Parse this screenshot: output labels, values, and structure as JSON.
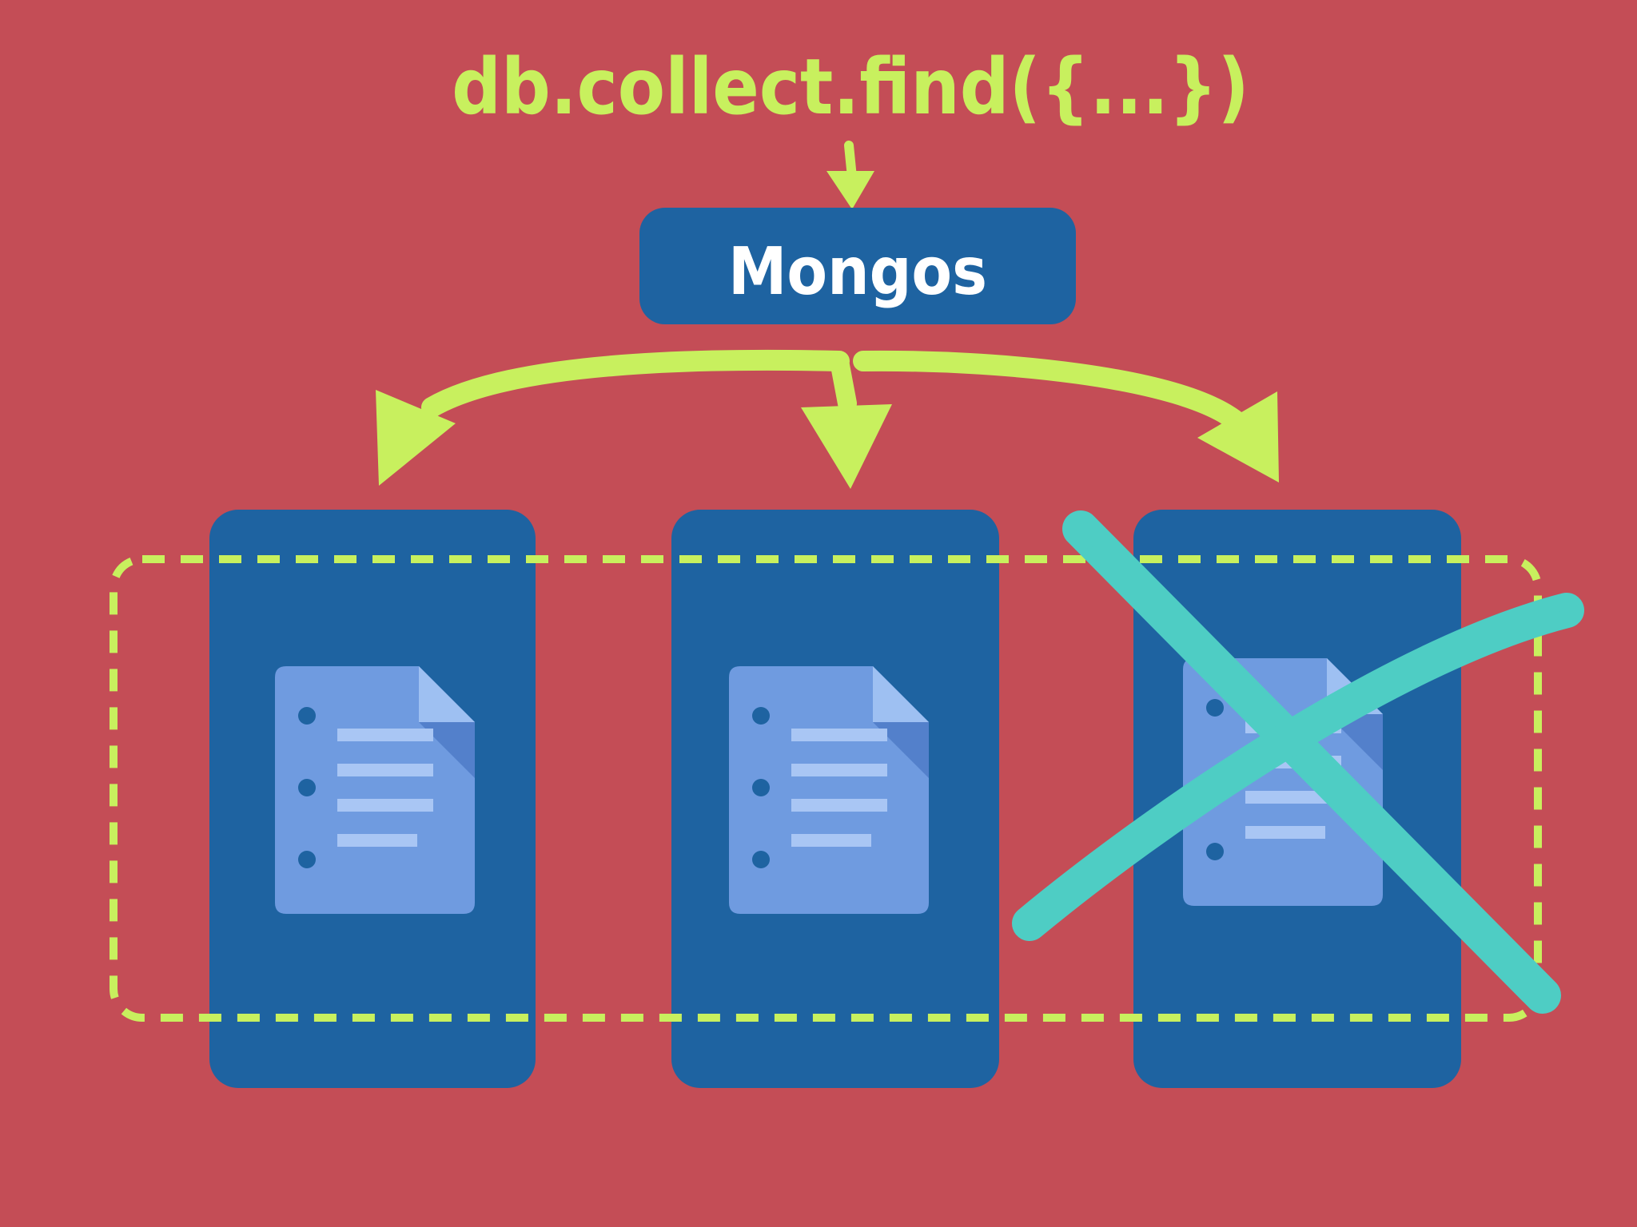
{
  "query": "db.collect.find({...})",
  "router": {
    "label": "Mongos"
  },
  "shards": [
    {
      "state": "available"
    },
    {
      "state": "available"
    },
    {
      "state": "unavailable"
    }
  ],
  "colors": {
    "background": "#c44d56",
    "shard_blue": "#1e63a1",
    "accent_green": "#c8f05e",
    "document_blue": "#6f9be0",
    "cross_teal": "#4ecdc4"
  },
  "icons": [
    "document-icon",
    "cross-mark-icon",
    "arrow-icon"
  ]
}
